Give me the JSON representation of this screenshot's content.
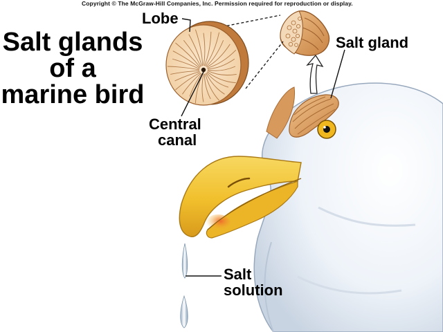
{
  "copyright": "Copyright © The McGraw-Hill Companies, Inc. Permission required for reproduction or display.",
  "title": [
    "Salt glands",
    "of a",
    "marine bird"
  ],
  "labels": {
    "lobe": "Lobe",
    "salt_gland": "Salt gland",
    "central_canal": [
      "Central",
      "canal"
    ],
    "salt_solution": [
      "Salt",
      "solution"
    ]
  },
  "colors": {
    "beak": "#f2c230",
    "beak_tip": "#e05a2a",
    "gland": "#d99a5a",
    "lobe_face": "#f6d8b4",
    "head": "#e9f0f8",
    "eye": "#f0b81e"
  }
}
